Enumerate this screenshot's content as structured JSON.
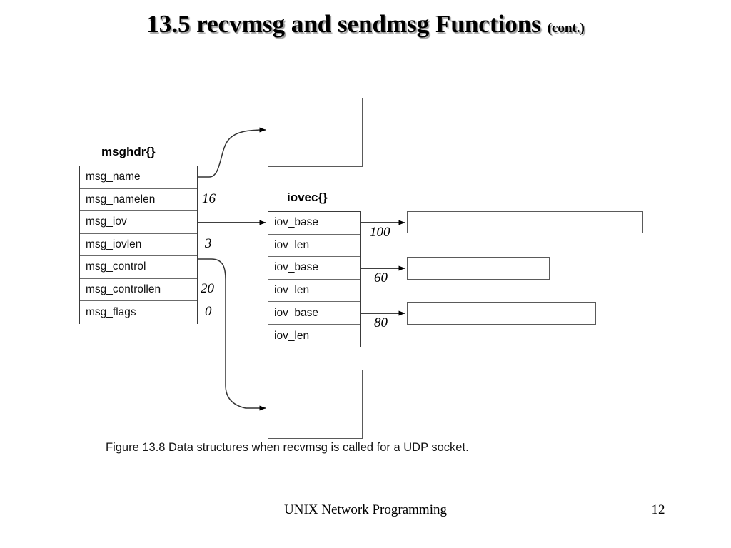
{
  "slide": {
    "title_main": "13.5 recvmsg and sendmsg Functions",
    "title_cont": "(cont.)",
    "caption": "Figure 13.8 Data structures when recvmsg is called for a UDP socket.",
    "footer_title": "UNIX Network Programming",
    "footer_page": "12"
  },
  "msghdr": {
    "label": "msghdr{}",
    "rows": [
      {
        "name": "msg_name",
        "value": ""
      },
      {
        "name": "msg_namelen",
        "value": "16"
      },
      {
        "name": "msg_iov",
        "value": ""
      },
      {
        "name": "msg_iovlen",
        "value": "3"
      },
      {
        "name": "msg_control",
        "value": ""
      },
      {
        "name": "msg_controllen",
        "value": "20"
      },
      {
        "name": "msg_flags",
        "value": "0"
      }
    ]
  },
  "iovec": {
    "label": "iovec{}",
    "rows": [
      {
        "name": "iov_base"
      },
      {
        "name": "iov_len"
      },
      {
        "name": "iov_base"
      },
      {
        "name": "iov_len"
      },
      {
        "name": "iov_base"
      },
      {
        "name": "iov_len"
      }
    ]
  },
  "buffers": [
    {
      "length": "100"
    },
    {
      "length": "60"
    },
    {
      "length": "80"
    }
  ],
  "boxes": {
    "sockaddr_box": "",
    "control_box": ""
  },
  "colors": {
    "background": "#ffffff",
    "ink": "#000000",
    "table_border": "#3a3a3a",
    "row_border": "#6b6b6b",
    "box_border": "#5a5a5a",
    "title_shadow": "#9d9d9d"
  }
}
